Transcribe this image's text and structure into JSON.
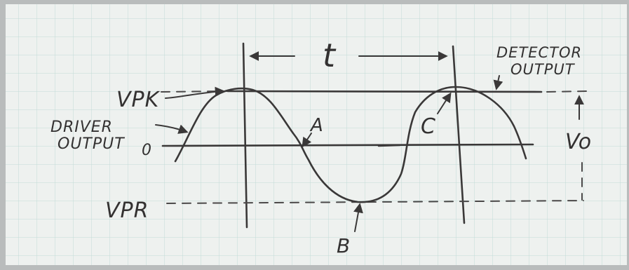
{
  "diagram": {
    "paper_color": "#eef1ef",
    "grid_color": "#9cc9c2",
    "ink_color": "#3a3838",
    "labels": {
      "t": "t",
      "vpk": "VPK",
      "vpr": "VPR",
      "zero": "0",
      "a": "A",
      "b": "B",
      "c": "C",
      "vo": "Vo",
      "driver_line1": "DRIVER",
      "driver_line2": "OUTPUT",
      "detector_line1": "DETECTOR",
      "detector_line2": "OUTPUT"
    }
  }
}
